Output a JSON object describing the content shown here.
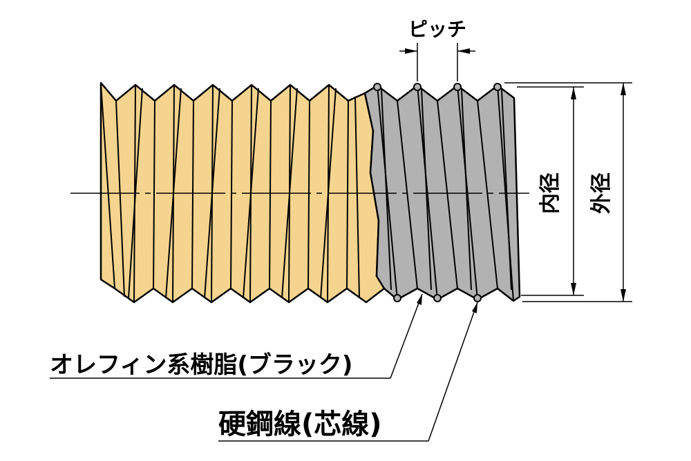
{
  "labels": {
    "pitch": "ピッチ",
    "inner_diameter": "内径",
    "outer_diameter": "外径",
    "resin": "オレフィン系樹脂(ブラック)",
    "wire": "硬鋼線(芯線)"
  },
  "colors": {
    "resin_fill": "#f5d48f",
    "wire_fill": "#b2b2b2",
    "outline": "#000000",
    "background": "#ffffff"
  }
}
